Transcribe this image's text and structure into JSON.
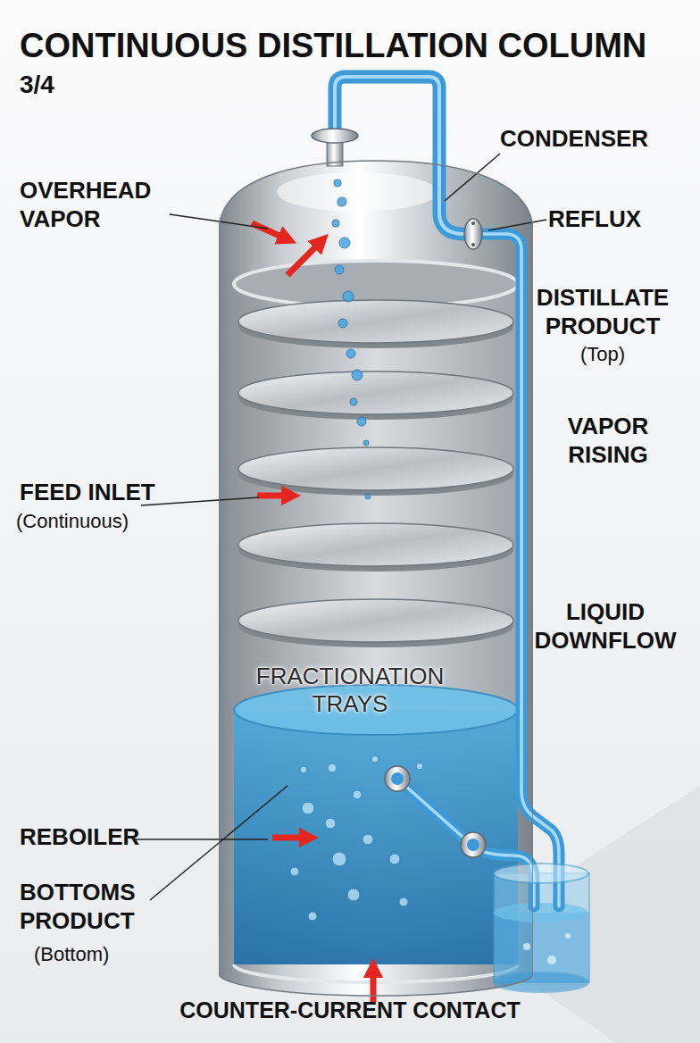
{
  "diagram": {
    "title": "CONTINUOUS DISTILLATION COLUMN",
    "nodes": [
      {
        "text": [
          "FRACTIONATION TRAYS"
        ]
      }
    ],
    "labels": [
      "3/4",
      "OVERHEAD VAPOR",
      "CONDENSER",
      "REFLUX",
      "DISTILLATE PRODUCT",
      "(Top)",
      "VAPOR RISING",
      "FEED INLET",
      "(Continuous)",
      "LIQUID DOWNFLOW",
      "REBOILER",
      "BOTTOMS PRODUCT",
      "(Bottom)",
      "COUNTER-CURRENT CONTACT"
    ]
  }
}
